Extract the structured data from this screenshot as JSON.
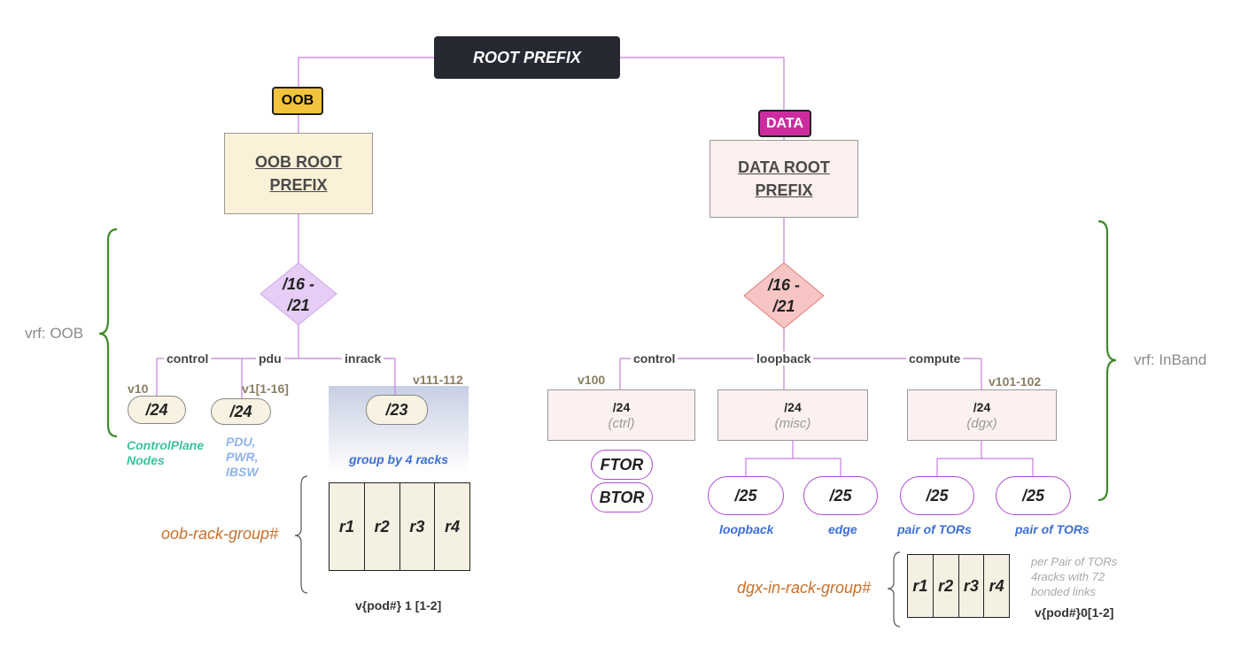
{
  "root": {
    "label": "ROOT PREFIX"
  },
  "oob": {
    "tag": "OOB",
    "root_box": [
      "OOB ROOT",
      "PREFIX"
    ],
    "range": [
      "/16 -",
      "/21"
    ],
    "vrf": "vrf: OOB",
    "branches": [
      {
        "label": "control",
        "vlan": "v10",
        "prefix": "/24",
        "note": [
          "ControlPlane",
          "Nodes"
        ]
      },
      {
        "label": "pdu",
        "vlan": "v1[1-16]",
        "prefix": "/24",
        "note": [
          "PDU,",
          "PWR,",
          "IBSW"
        ]
      },
      {
        "label": "inrack",
        "vlan": "v111-112",
        "prefix": "/23",
        "note": [
          "group by 4 racks"
        ]
      }
    ],
    "rack_group": {
      "label": "oob-rack-group#",
      "racks": [
        "r1",
        "r2",
        "r3",
        "r4"
      ],
      "vlan": "v{pod#} 1 [1-2]"
    }
  },
  "data": {
    "tag": "DATA",
    "root_box": [
      "DATA ROOT",
      "PREFIX"
    ],
    "range": [
      "/16 -",
      "/21"
    ],
    "vrf": "vrf: InBand",
    "branches": [
      {
        "label": "control",
        "vlan": "v100",
        "prefix": "/24",
        "sub": "(ctrl)",
        "children": [
          "FTOR",
          "BTOR"
        ]
      },
      {
        "label": "loopback",
        "vlan": "",
        "prefix": "/24",
        "sub": "(misc)",
        "children": [
          {
            "prefix": "/25",
            "note": "loopback"
          },
          {
            "prefix": "/25",
            "note": "edge"
          }
        ]
      },
      {
        "label": "compute",
        "vlan": "v101-102",
        "prefix": "/24",
        "sub": "(dgx)",
        "children": [
          {
            "prefix": "/25",
            "note": "pair of TORs"
          },
          {
            "prefix": "/25",
            "note": "pair of TORs"
          }
        ]
      }
    ],
    "rack_group": {
      "label": "dgx-in-rack-group#",
      "racks": [
        "r1",
        "r2",
        "r3",
        "r4"
      ],
      "note": [
        "per Pair of TORs",
        "4racks with 72",
        "bonded links"
      ],
      "vlan": "v{pod#}0[1-2]"
    }
  },
  "colors": {
    "connector": "#c77de0",
    "oob_tag": "#f2c43d",
    "data_tag": "#cc2c9e",
    "oob_box": "#fbf1d8",
    "data_box": "#fdefee",
    "oob_diamond": "#e5cdf6",
    "data_diamond": "#f7c6c4",
    "brace": "#3f8a2a",
    "group_label": "#c8702a",
    "note_teal": "#3fbfa0",
    "note_lightblue": "#8fb3ea",
    "note_blue": "#3b6fd6"
  }
}
